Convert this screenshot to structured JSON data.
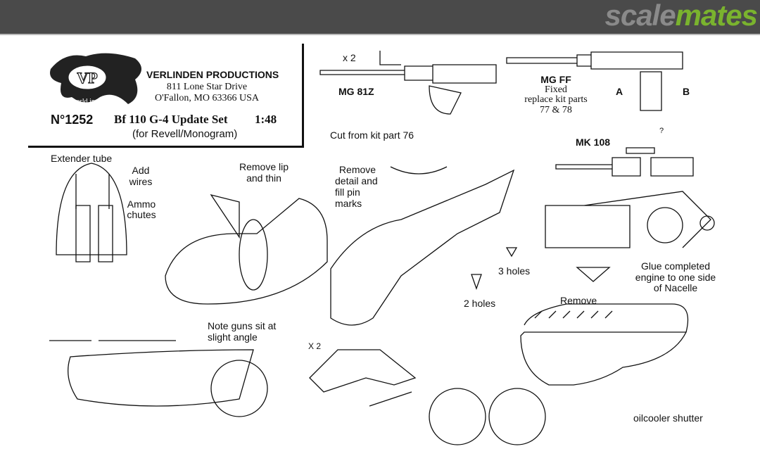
{
  "header": {
    "logo_part1": "scale",
    "logo_part2": "mates",
    "logo_colors": {
      "gray": "#8a8a8a",
      "green": "#7ab32e"
    }
  },
  "titleblock": {
    "logo_text": "VP",
    "logo_tagline": "the world in scale",
    "company": "VERLINDEN PRODUCTIONS",
    "address1": "811 Lone Star Drive",
    "address2": "O'Fallon,  MO 63366  USA",
    "number": "N°1252",
    "title": "Bf 110 G-4 Update Set",
    "scale": "1:48",
    "subtitle": "(for Revell/Monogram)"
  },
  "labels": {
    "x2_top": "x 2",
    "mg81z": "MG 81Z",
    "mgff": "MG FF",
    "fixed": "Fixed",
    "replace1": "replace kit parts",
    "replace2": "77 & 78",
    "a": "A",
    "b": "B",
    "question": "?",
    "mk108": "MK 108",
    "cut": "Cut from kit part 76",
    "extender": "Extender tube",
    "add1": "Add",
    "add2": "wires",
    "ammo1": "Ammo",
    "ammo2": "chutes",
    "lip1": "Remove lip",
    "lip2": "and thin",
    "detail1": "Remove",
    "detail2": "detail and",
    "detail3": "fill pin",
    "detail4": "marks",
    "holes3": "3 holes",
    "holes2": "2 holes",
    "glue1": "Glue completed",
    "glue2": "engine to one side",
    "glue3": "of Nacelle",
    "remove": "Remove",
    "note1": "Note guns sit at",
    "note2": "slight angle",
    "x2_bottom": "X 2",
    "oilcooler": "oilcooler shutter"
  }
}
